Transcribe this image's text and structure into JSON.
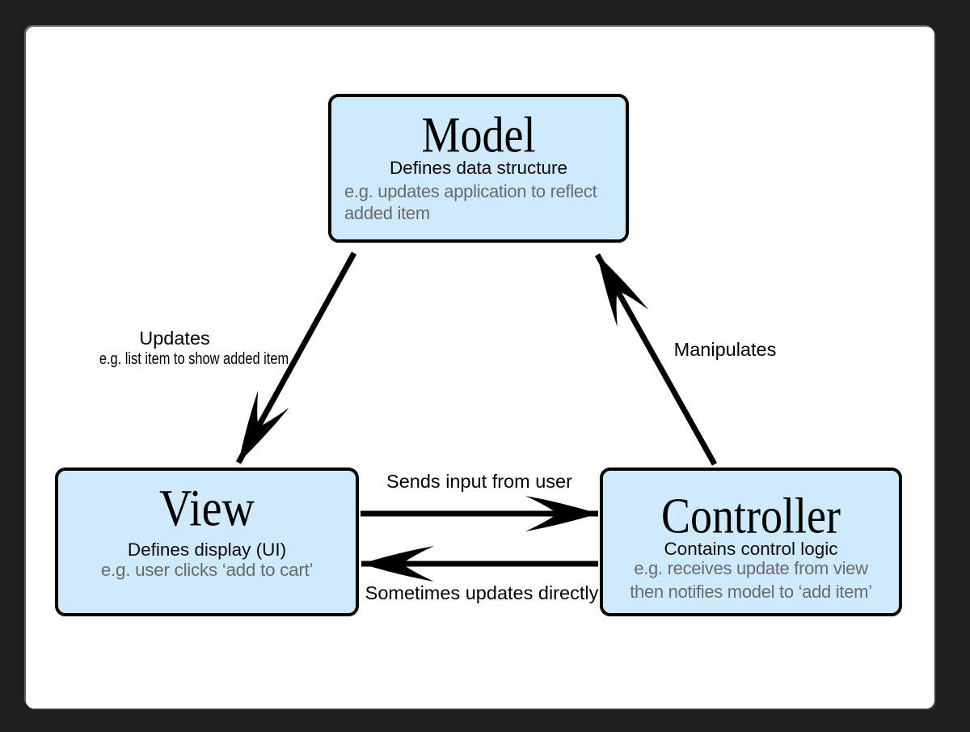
{
  "diagram": {
    "title_semantic": "Model-View-Controller diagram",
    "colors": {
      "page_background": "#1e1f21",
      "canvas_background": "#ffffff",
      "node_fill": "#cfeafc",
      "node_border": "#000000",
      "muted_text": "#6a6a6a",
      "arrow": "#000000"
    },
    "nodes": {
      "model": {
        "title": "Model",
        "subtitle": "Defines data structure",
        "example_lines": [
          "e.g. updates application to reflect",
          "added item"
        ]
      },
      "view": {
        "title": "View",
        "subtitle": "Defines display (UI)",
        "example_lines": [
          "e.g. user clicks ‘add to cart’"
        ]
      },
      "controller": {
        "title": "Controller",
        "subtitle": "Contains control logic",
        "example_lines": [
          "e.g. receives update from view",
          "then notifies model to ‘add item’"
        ]
      }
    },
    "edges": {
      "model_to_view": {
        "label": "Updates",
        "sublabel": "e.g. list item to show added item",
        "from": "Model",
        "to": "View"
      },
      "controller_to_model": {
        "label": "Manipulates",
        "from": "Controller",
        "to": "Model"
      },
      "view_to_controller": {
        "label": "Sends input from user",
        "from": "View",
        "to": "Controller"
      },
      "controller_to_view": {
        "label": "Sometimes updates directly",
        "from": "Controller",
        "to": "View"
      }
    }
  }
}
